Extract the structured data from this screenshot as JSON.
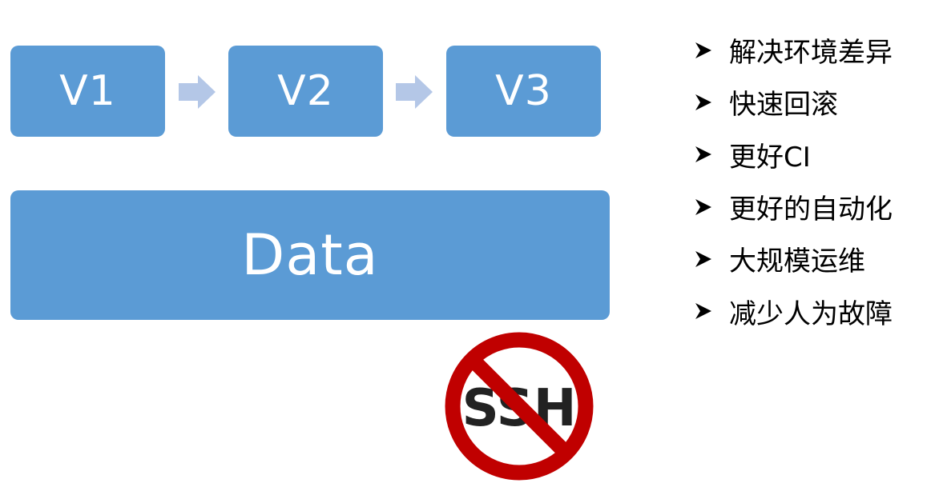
{
  "versions": [
    {
      "label": "V1"
    },
    {
      "label": "V2"
    },
    {
      "label": "V3"
    }
  ],
  "data_box": {
    "label": "Data"
  },
  "no_ssh": {
    "label": "SSH"
  },
  "benefits": [
    "解决环境差异",
    "快速回滚",
    "更好CI",
    "更好的自动化",
    "大规模运维",
    "减少人为故障"
  ],
  "colors": {
    "box_fill": "#5b9bd5",
    "arrow_fill": "#b4c7e7",
    "prohibit_red": "#c00000"
  }
}
